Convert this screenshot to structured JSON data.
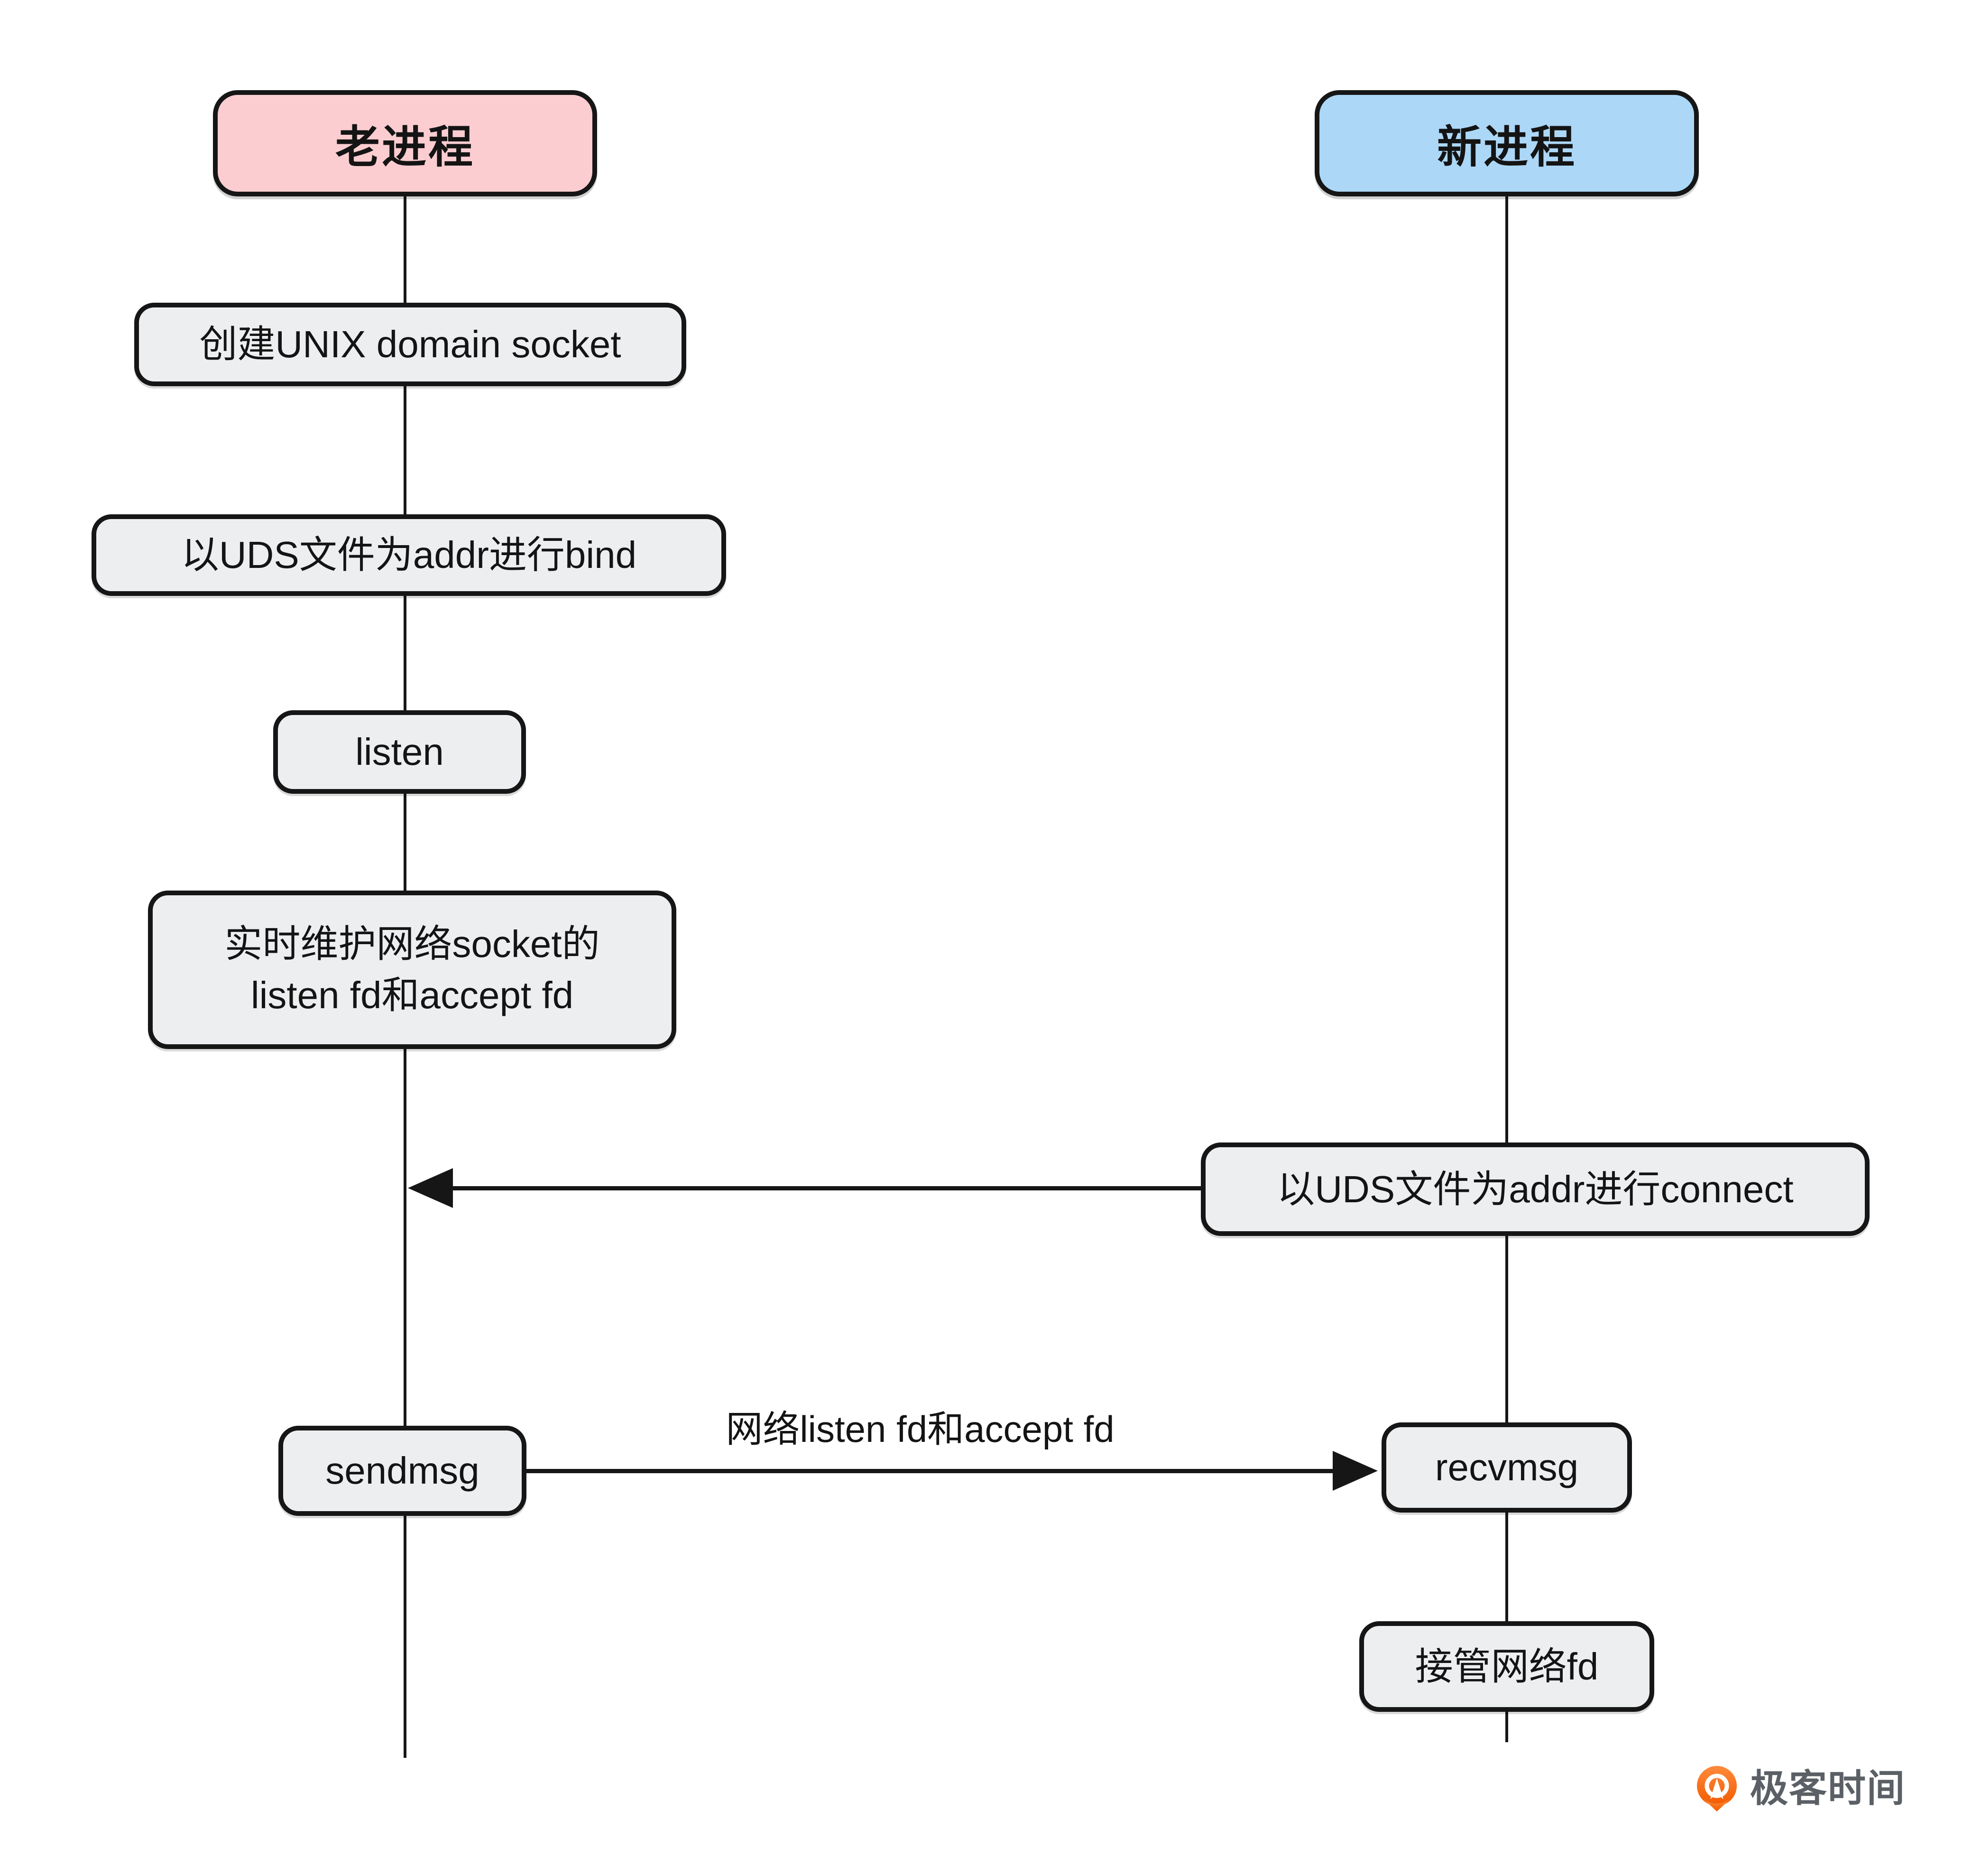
{
  "colors": {
    "old_process_fill": "#fbcdd0",
    "new_process_fill": "#acd7f7",
    "step_fill": "#eceef0",
    "stroke": "#161616",
    "logo_orange_light": "#ff8a3c",
    "logo_orange_dark": "#f25b00",
    "logo_text_gray": "#5a6065"
  },
  "actors": {
    "old": {
      "label": "老进程"
    },
    "new": {
      "label": "新进程"
    }
  },
  "old_steps": [
    {
      "label": "创建UNIX domain socket"
    },
    {
      "label": "以UDS文件为addr进行bind"
    },
    {
      "label": "listen"
    },
    {
      "line1": "实时维护网络socket的",
      "line2": "listen fd和accept fd"
    },
    {
      "label": "sendmsg"
    }
  ],
  "new_steps": [
    {
      "label": "以UDS文件为addr进行connect"
    },
    {
      "label": "recvmsg"
    },
    {
      "label": "接管网络fd"
    }
  ],
  "messages": [
    {
      "from": "new",
      "to": "old",
      "label": ""
    },
    {
      "from": "old",
      "to": "new",
      "label": "网络listen fd和accept fd"
    }
  ],
  "watermark": {
    "brand": "极客时间"
  }
}
